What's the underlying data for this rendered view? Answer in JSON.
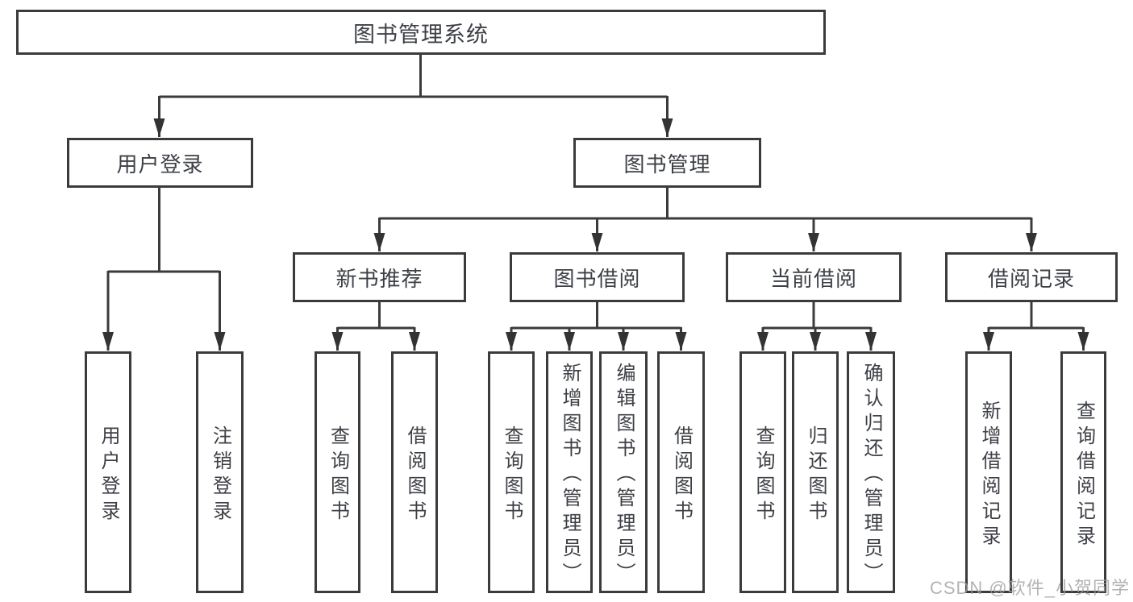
{
  "tree": {
    "root": {
      "label": "图书管理系统",
      "children": [
        {
          "label": "用户登录",
          "children": [
            {
              "label": "用户登录"
            },
            {
              "label": "注销登录"
            }
          ]
        },
        {
          "label": "图书管理",
          "children": [
            {
              "label": "新书推荐",
              "children": [
                {
                  "label": "查询图书"
                },
                {
                  "label": "借阅图书"
                }
              ]
            },
            {
              "label": "图书借阅",
              "children": [
                {
                  "label": "查询图书"
                },
                {
                  "label": "新增图书（管理员）"
                },
                {
                  "label": "编辑图书（管理员）"
                },
                {
                  "label": "借阅图书"
                }
              ]
            },
            {
              "label": "当前借阅",
              "children": [
                {
                  "label": "查询图书"
                },
                {
                  "label": "归还图书"
                },
                {
                  "label": "确认归还（管理员）"
                }
              ]
            },
            {
              "label": "借阅记录",
              "children": [
                {
                  "label": "新增借阅记录"
                },
                {
                  "label": "查询借阅记录"
                }
              ]
            }
          ]
        }
      ]
    }
  },
  "watermark": {
    "text": "CSDN @软件_小贺同学"
  },
  "colors": {
    "background": "#ffffff",
    "line": "#3b3b3b",
    "node_border": "#3b3b3b",
    "node_text": "#3d4046",
    "watermark": "#9e9e9e"
  }
}
